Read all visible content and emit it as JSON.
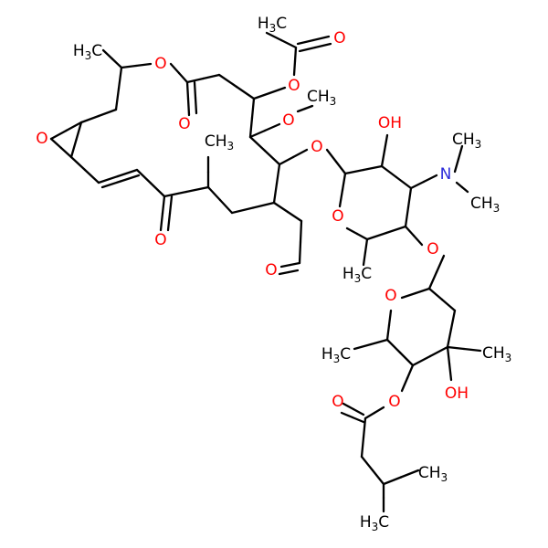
{
  "colors": {
    "bond": "#000000",
    "O": "#ff0000",
    "N": "#2b2bd9",
    "C": "#000000"
  },
  "molecule": {
    "atoms": {
      "me_ring": {
        "el": "C",
        "main": "H",
        "sub": "3",
        "tail": "C",
        "type": "chem"
      },
      "o_lac": {
        "el": "O",
        "text": "O"
      },
      "o_carb1": {
        "el": "O",
        "text": "O"
      },
      "ac_me": {
        "el": "C",
        "main": "H",
        "sub": "3",
        "tail": "C",
        "type": "chem"
      },
      "ac_o": {
        "el": "O",
        "text": "O"
      },
      "ac_oester": {
        "el": "O",
        "text": "O"
      },
      "ome_o": {
        "el": "O",
        "text": "O"
      },
      "ome_c": {
        "el": "C",
        "main": "CH",
        "sub": "3",
        "tail": "",
        "type": "chem"
      },
      "epox_o": {
        "el": "O",
        "text": "O"
      },
      "me_c12": {
        "el": "C",
        "main": "CH",
        "sub": "3",
        "tail": "",
        "type": "chem"
      },
      "o_glyc": {
        "el": "O",
        "text": "O"
      },
      "oh_sugar1": {
        "el": "O",
        "main": "OH",
        "sub": "",
        "tail": "",
        "type": "chem"
      },
      "n_dim": {
        "el": "N",
        "text": "N"
      },
      "nme_a": {
        "el": "C",
        "main": "CH",
        "sub": "3",
        "tail": "",
        "type": "chem"
      },
      "nme_b": {
        "el": "C",
        "main": "CH",
        "sub": "3",
        "tail": "",
        "type": "chem"
      },
      "o_ketone": {
        "el": "O",
        "text": "O"
      },
      "o_ring1": {
        "el": "O",
        "text": "O"
      },
      "o_link": {
        "el": "O",
        "text": "O"
      },
      "o_ald": {
        "el": "O",
        "text": "O"
      },
      "me_s1": {
        "el": "C",
        "main": "H",
        "sub": "3",
        "tail": "C",
        "type": "chem"
      },
      "o_ring2": {
        "el": "O",
        "text": "O"
      },
      "me_s2a": {
        "el": "C",
        "main": "H",
        "sub": "3",
        "tail": "C",
        "type": "chem"
      },
      "me_s2b": {
        "el": "C",
        "main": "CH",
        "sub": "3",
        "tail": "",
        "type": "chem"
      },
      "o_ester_c": {
        "el": "O",
        "text": "O"
      },
      "o_ester_s": {
        "el": "O",
        "text": "O"
      },
      "oh_sugar2": {
        "el": "O",
        "main": "OH",
        "sub": "",
        "tail": "",
        "type": "chem"
      },
      "ch3_ib1": {
        "el": "C",
        "main": "CH",
        "sub": "3",
        "tail": "",
        "type": "chem"
      },
      "ch3_ib2": {
        "el": "C",
        "main": "H",
        "sub": "3",
        "tail": "C",
        "type": "chem"
      }
    }
  }
}
